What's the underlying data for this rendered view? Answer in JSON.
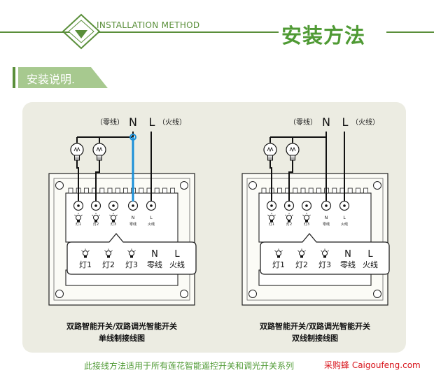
{
  "header": {
    "title_en": "INSTALLATION METHOD",
    "title_cn": "安装方法"
  },
  "section": {
    "label": "安装说明."
  },
  "diagrams": [
    {
      "neutral_tag": "（零线）",
      "neutral_letter": "N",
      "live_letter": "L",
      "live_tag": "（火线）",
      "terminal_labels": [
        "灯1",
        "灯2",
        "灯3",
        "零线",
        "火线"
      ],
      "legend_symbols": [
        "N",
        "L"
      ],
      "legend_labels": [
        "灯1",
        "灯2",
        "灯3",
        "零线",
        "火线"
      ],
      "caption_line1": "双路智能开关/双路调光智能开关",
      "caption_line2": "单线制接线图",
      "neutral_wire_color": "#1a8fd8"
    },
    {
      "neutral_tag": "（零线）",
      "neutral_letter": "N",
      "live_letter": "L",
      "live_tag": "（火线）",
      "terminal_labels": [
        "灯1",
        "灯2",
        "灯3",
        "零线",
        "火线"
      ],
      "legend_symbols": [
        "N",
        "L"
      ],
      "legend_labels": [
        "灯1",
        "灯2",
        "灯3",
        "零线",
        "火线"
      ],
      "caption_line1": "双路智能开关/双路调光智能开关",
      "caption_line2": "双线制接线图",
      "neutral_wire_color": "#111111"
    }
  ],
  "footer": {
    "note": "此接线方法适用于所有莲花智能遥控开关和调光开关系列",
    "watermark": "采购蜂 Caigoufeng.com"
  },
  "colors": {
    "brand_green": "#4f9a34",
    "line_green": "#5a8f3a",
    "panel_bg": "#ecece2"
  }
}
